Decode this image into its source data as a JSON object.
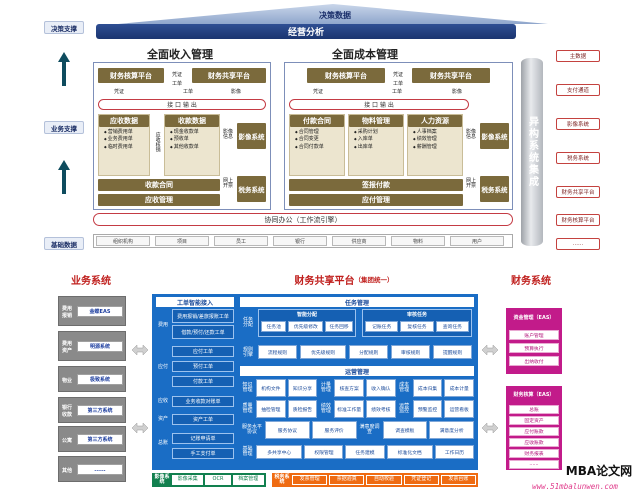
{
  "top": {
    "roof_title": "决策数据",
    "bar_title": "经营分析",
    "tiers": [
      "决策支撑",
      "业务支撑",
      "基础数据"
    ],
    "income": {
      "title": "全面收入管理",
      "platform_left": "财务核算平台",
      "platform_right": "财务共享平台",
      "mid_top": "凭证",
      "mid_bottom": "工单",
      "arrow_left": "凭证",
      "arrow_mid": "工单",
      "arrow_right": "影像",
      "io": "接   口   输   出",
      "receivable": {
        "title": "应收数据",
        "items": [
          "营销费用单",
          "业务费用单",
          "临时费用单"
        ]
      },
      "mid_vertical": "应收核销",
      "receipt": {
        "title": "收款数据",
        "items": [
          "现金收款单",
          "预收单",
          "其他收款单"
        ]
      },
      "image_side": "影像信息",
      "image_sys": "影像系统",
      "contract_bar": "收款合同",
      "tax_side": "网上开票",
      "mgmt_bar": "应收管理",
      "tax_sys": "税务系统"
    },
    "cost": {
      "title": "全面成本管理",
      "platform_left": "财务核算平台",
      "platform_right": "财务共享平台",
      "mid_top": "凭证",
      "mid_bottom": "工单",
      "arrow_left": "凭证",
      "arrow_mid": "工单",
      "arrow_right": "影像",
      "io": "接   口   输   出",
      "payment": {
        "title": "付款合同",
        "items": [
          "合同管理",
          "合同变更",
          "合同付款单"
        ]
      },
      "material": {
        "title": "物料管理",
        "items": [
          "采购计划",
          "入库单",
          "出库单"
        ]
      },
      "hr": {
        "title": "人力资源",
        "items": [
          "人事档案",
          "绩效管理",
          "薪酬管理"
        ]
      },
      "image_side": "影像信息",
      "image_sys": "影像系统",
      "sign_bar": "签报付款",
      "tax_side": "网上开票",
      "pay_bar": "应付管理",
      "tax_sys": "税务系统"
    },
    "collab": "协同办公（工作流引擎）",
    "cylinder_text": "异构系统集成",
    "ext_systems": [
      "主数据",
      "支付通道",
      "影像系统",
      "税务系统",
      "财务共享平台",
      "财务核算平台",
      "......"
    ],
    "base_cells": [
      "组织机构",
      "项目",
      "员工",
      "银行",
      "供应商",
      "物料",
      "用户"
    ]
  },
  "bottom": {
    "left_title": "业务系统",
    "center_title": "财务共享平台",
    "center_sub": "（集团统一）",
    "right_title": "财务系统",
    "left_panels": [
      {
        "label": "费用报销",
        "button": "金蝶EAS"
      },
      {
        "label": "费用资产",
        "button": "明源系统"
      },
      {
        "label": "物业",
        "button": "极致系统"
      },
      {
        "label": "银行收款",
        "button": "第三方系统"
      },
      {
        "label": "公寓",
        "button": "第三方系统"
      },
      {
        "label": "其他",
        "button": "......"
      }
    ],
    "intake": {
      "head": "工单智能接入",
      "groups": [
        {
          "label": "费用",
          "items": [
            "费用报销/差旅报账工单",
            "借款/预付/还款工单"
          ]
        },
        {
          "label": "应付",
          "items": [
            "应付工单",
            "预付工单",
            "付款工单"
          ]
        },
        {
          "label": "应收",
          "items": [
            "业务收款对账单"
          ]
        },
        {
          "label": "资产",
          "items": [
            "资产工单"
          ]
        },
        {
          "label": "总账",
          "items": [
            "记账申请单",
            "手工支付单"
          ]
        }
      ]
    },
    "task": {
      "head": "任务管理",
      "rows": [
        {
          "label": "任务分配",
          "group_a": "智能分配",
          "a_items": [
            "任务池",
            "优先级修改",
            "任务回移"
          ],
          "group_b": "审核任务",
          "b_items": [
            "记账任务",
            "复核任务",
            "查询任务"
          ]
        },
        {
          "label": "规则引擎",
          "items": [
            "流程规则",
            "优先级规则",
            "分配规则",
            "审核规则",
            "提醒规则"
          ]
        }
      ]
    },
    "ops": {
      "head": "运营管理",
      "rows": [
        {
          "label": "知识管理",
          "items": [
            "机构文件",
            "知识分享"
          ]
        },
        {
          "label": "计量管理",
          "items": [
            "核查方案",
            "收入确认"
          ]
        },
        {
          "label": "成本管理",
          "items": [
            "成本归集",
            "成本计量"
          ]
        },
        {
          "label": "质量管理",
          "items": [
            "抽检管理",
            "质检报告"
          ]
        },
        {
          "label": "绩效管理",
          "items": [
            "标准工作量",
            "绩效考核"
          ]
        },
        {
          "label": "运营监控",
          "items": [
            "预警监控",
            "运营看板"
          ]
        },
        {
          "label": "服务水平协议",
          "items": [
            "服务协议",
            "服务评价"
          ]
        },
        {
          "label": "满意度调查",
          "items": [
            "调查模板",
            "满意度分析"
          ]
        }
      ]
    },
    "base_mgmt": {
      "label": "基础管理",
      "items": [
        "多共享中心",
        "权限管理",
        "任务建模",
        "标准化文档",
        "工作日历"
      ]
    },
    "image_row": {
      "label": "影像系统",
      "items": [
        "影像采集",
        "OCR",
        "档案管理"
      ]
    },
    "tax_row": {
      "label": "税务系统",
      "items": [
        "发票管理",
        "票据验真",
        "自动校验",
        "凭证登记",
        "发票台账"
      ]
    },
    "fund": {
      "title": "资金管理（EAS）",
      "items": [
        "账户管理",
        "预算执行",
        "出纳收付"
      ]
    },
    "account": {
      "title": "财务核算（EAS）",
      "items": [
        "总账",
        "固定资产",
        "应付账款",
        "应收账款",
        "财务报表",
        "......"
      ]
    }
  },
  "watermark": {
    "brand": "MBA论文网",
    "url": "www.51mbalunwen.com"
  }
}
